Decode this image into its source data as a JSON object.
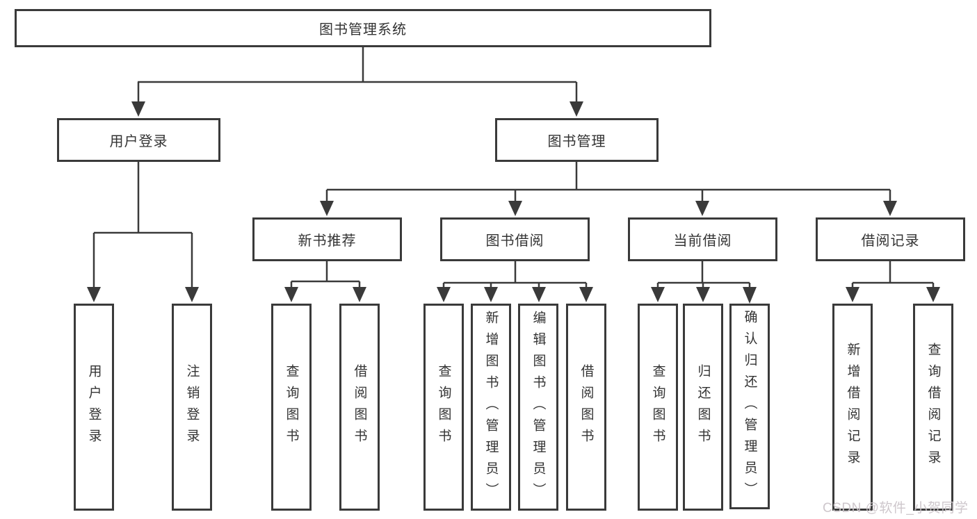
{
  "diagram": {
    "title": "图书管理系统",
    "level2": [
      {
        "label": "用户登录"
      },
      {
        "label": "图书管理"
      }
    ],
    "level3": [
      {
        "label": "新书推荐"
      },
      {
        "label": "图书借阅"
      },
      {
        "label": "当前借阅"
      },
      {
        "label": "借阅记录"
      }
    ],
    "level4": {
      "user_login": [
        "用户登录",
        "注销登录"
      ],
      "new_book_rec": [
        "查询图书",
        "借阅图书"
      ],
      "book_borrowing": [
        "查询图书",
        "新增图书（管理员）",
        "编辑图书（管理员）",
        "借阅图书"
      ],
      "current_borrowing": [
        "查询图书",
        "归还图书",
        "确认归还（管理员）"
      ],
      "borrowing_records": [
        "新增借阅记录",
        "查询借阅记录"
      ]
    }
  },
  "watermark": {
    "text": "CSDN @软件_小贺同学",
    "color": "#cbc4c9"
  },
  "colors": {
    "line": "#3a3a3a",
    "box_border": "#3a3a3a",
    "box_background": "#ffffff",
    "text": "#333333"
  }
}
